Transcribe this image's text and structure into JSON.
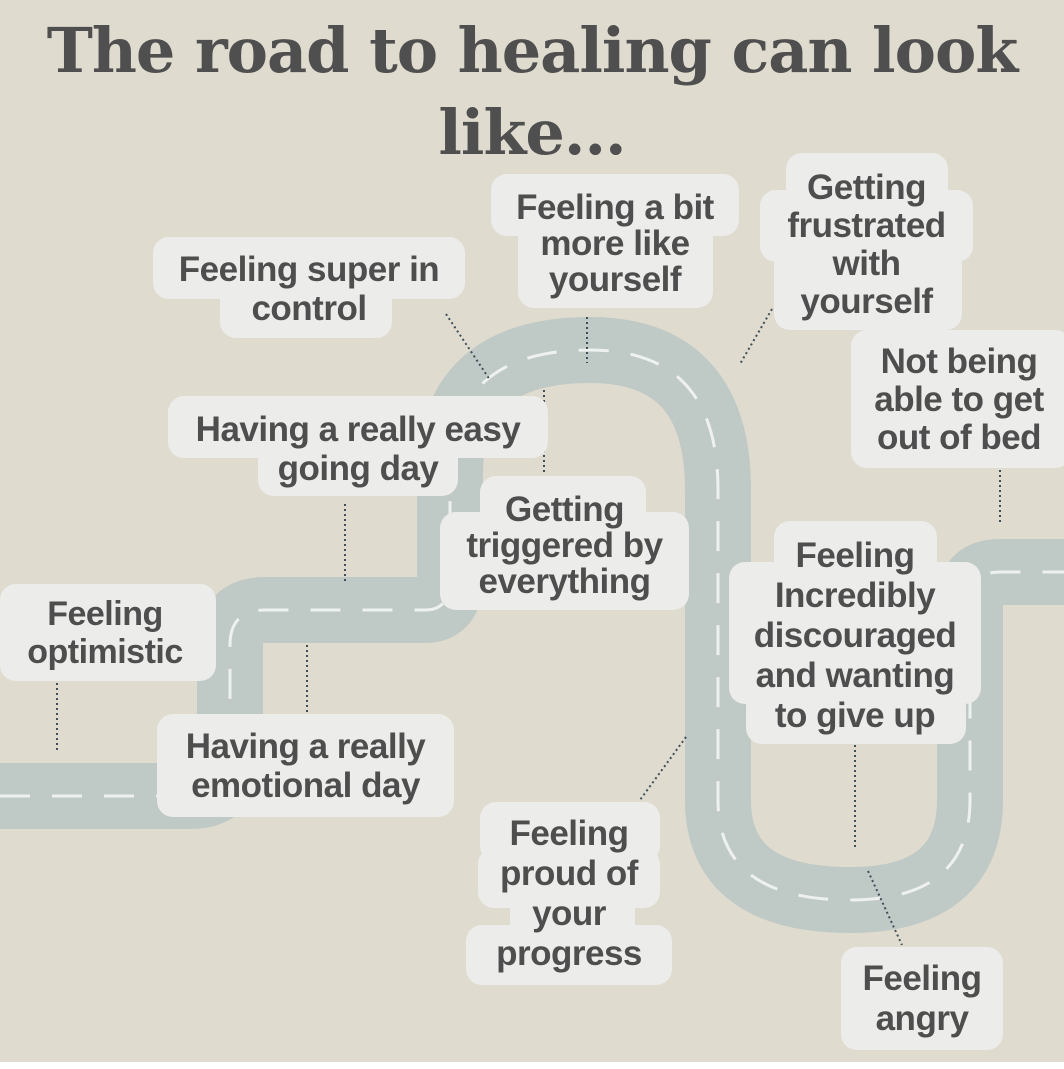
{
  "title": "The road to healing can look like...",
  "labels": {
    "optimistic": "Feeling\noptimistic",
    "emotional_day": "Having a really\nemotional day",
    "easy_going_day": "Having a really easy\ngoing day",
    "super_in_control": "Feeling super in\ncontrol",
    "like_yourself": "Feeling a bit\nmore like\nyourself",
    "triggered": "Getting\ntriggered by\neverything",
    "frustrated": "Getting\nfrustrated\nwith\nyourself",
    "out_of_bed": "Not being\nable to get\nout of bed",
    "discouraged": "Feeling\nIncredibly\ndiscouraged\nand wanting\nto give up",
    "proud": "Feeling\nproud of\nyour\nprogress",
    "angry": "Feeling\nangry"
  },
  "colors": {
    "background": "#dfdbcf",
    "road": "#bfc9c5",
    "road_dash": "#eef1ef",
    "label_bg": "#ececea",
    "text": "#4e4e4e"
  }
}
